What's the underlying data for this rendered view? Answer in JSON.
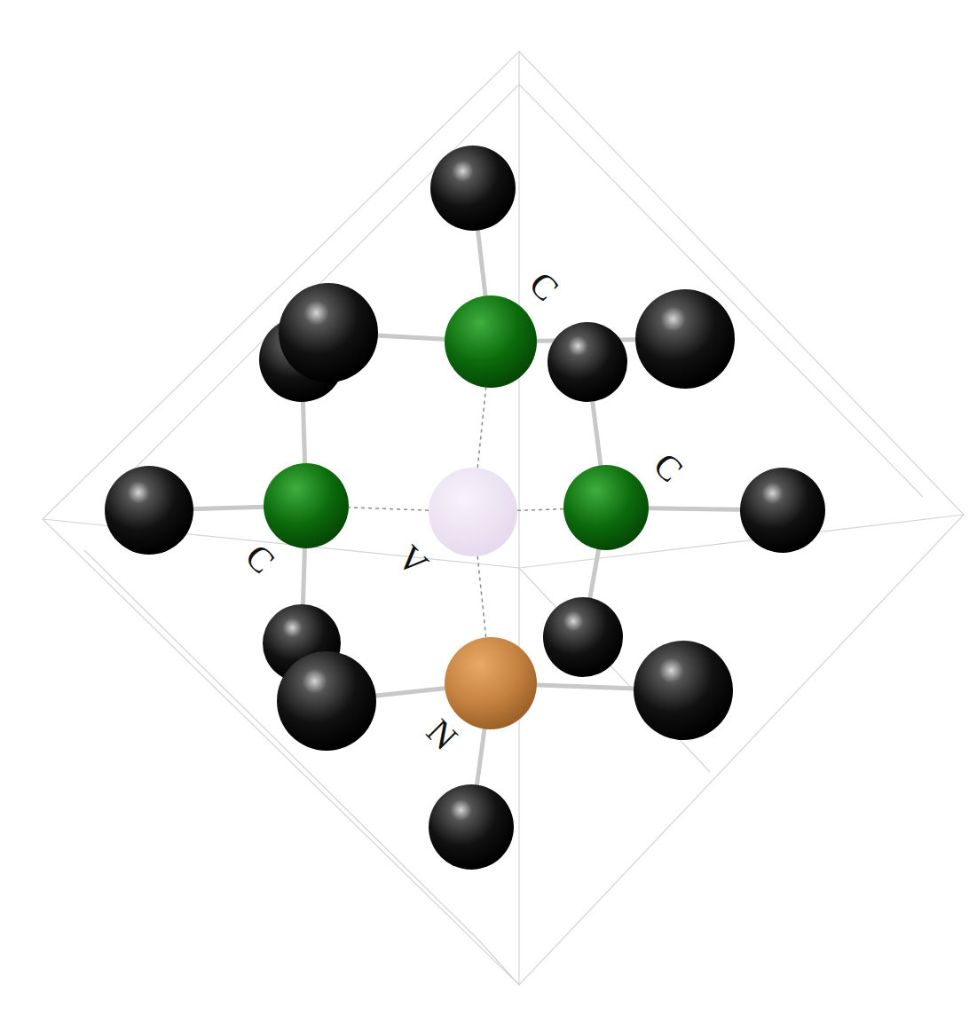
{
  "diagram": {
    "nodes": [
      {
        "text": [
          "C"
        ]
      },
      {
        "text": [
          "C"
        ]
      },
      {
        "text": [
          "V"
        ]
      },
      {
        "text": [
          "C"
        ]
      },
      {
        "text": [
          "N"
        ]
      }
    ],
    "edges": [
      {
        "from": 2,
        "to": 0,
        "arrow": "none"
      },
      {
        "from": 2,
        "to": 1,
        "arrow": "none"
      },
      {
        "from": 2,
        "to": 3,
        "arrow": "none"
      },
      {
        "from": 2,
        "to": 4,
        "arrow": "none"
      }
    ]
  }
}
